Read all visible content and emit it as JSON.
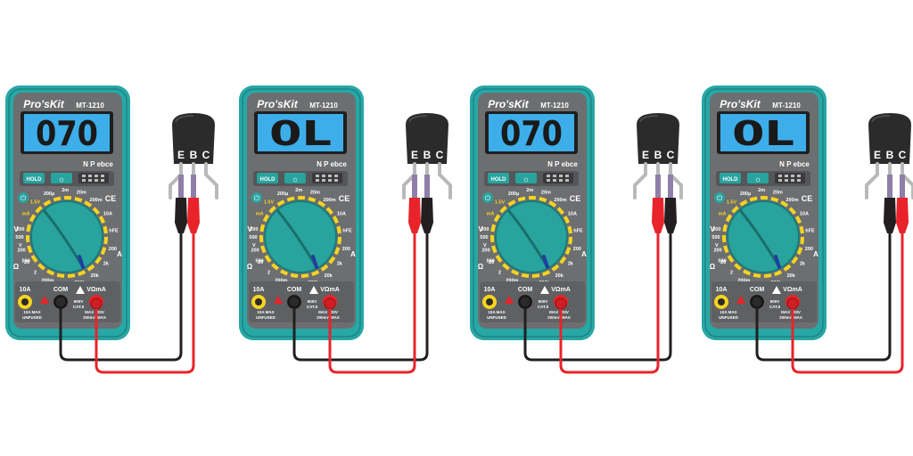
{
  "meters": [
    {
      "brand": "Pro'sKit",
      "model": "MT-1210",
      "reading": "070",
      "diode_label": "N P ebce",
      "hold_label": "HOLD",
      "transistor": {
        "pins": [
          "E",
          "B",
          "C"
        ]
      },
      "red_pin": "B",
      "black_pin": "E"
    },
    {
      "brand": "Pro'sKit",
      "model": "MT-1210",
      "reading": "0L",
      "diode_label": "N P ebce",
      "hold_label": "HOLD",
      "transistor": {
        "pins": [
          "E",
          "B",
          "C"
        ]
      },
      "red_pin": "E",
      "black_pin": "B"
    },
    {
      "brand": "Pro'sKit",
      "model": "MT-1210",
      "reading": "070",
      "diode_label": "N P ebce",
      "hold_label": "HOLD",
      "transistor": {
        "pins": [
          "E",
          "B",
          "C"
        ]
      },
      "red_pin": "B",
      "black_pin": "C"
    },
    {
      "brand": "Pro'sKit",
      "model": "MT-1210",
      "reading": "0L",
      "diode_label": "N P ebce",
      "hold_label": "HOLD",
      "transistor": {
        "pins": [
          "E",
          "B",
          "C"
        ]
      },
      "red_pin": "C",
      "black_pin": "B"
    }
  ],
  "dial_labels": [
    "500",
    "V",
    "200",
    "mA",
    "1.5V",
    "200μ",
    "2m",
    "20m",
    "200m",
    "10A",
    "hFE",
    "200",
    "2k",
    "20k",
    "200k",
    "2M",
    "200m",
    "2",
    "20",
    "200",
    "500"
  ],
  "jacks": {
    "a10": "10A",
    "com": "COM",
    "vma": "VΩmA"
  },
  "jack_notes": {
    "left": [
      "10A MAX",
      "UNFUSED"
    ],
    "mid": [
      "600V",
      "CAT.II"
    ],
    "right": [
      "MAX 600V",
      "200mA MAX"
    ]
  },
  "symbols": {
    "ohm": "Ω",
    "amp": "A",
    "volt": "V",
    "ce": "CE"
  },
  "colors": {
    "body": "#27a7a6",
    "body_dark": "#1b8584",
    "face": "#6d6e70",
    "lcd": "#3daee9",
    "dial": "#28a39e",
    "lead_red": "#e8242a",
    "lead_black": "#231f20",
    "transistor": "#2b2b2b",
    "wire": "#b9b9b9"
  }
}
